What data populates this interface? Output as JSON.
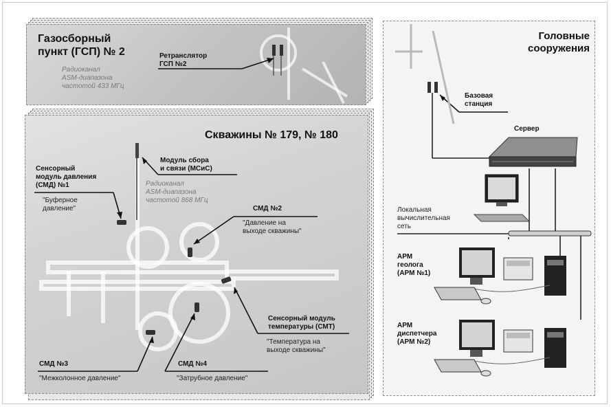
{
  "gsp": {
    "title": "Газосборный\nпункт (ГСП) № 2",
    "radio": "Радиоканал\nASM-диапазона\nчастотой 433 МГц",
    "repeater": "Ретранслятор\nГСП №2"
  },
  "wells": {
    "title": "Скважины № 179, № 180",
    "module": "Модуль сбора\nи связи (МСиС)",
    "radio": "Радиоканал\nASM-диапазона\nчастотой 868 МГц",
    "smd1_title": "Сенсорный\nмодуль давления\n(СМД) №1",
    "smd1_desc": "\"Буферное\nдавление\"",
    "smd2_title": "СМД №2",
    "smd2_desc": "\"Давление на\nвыходе скважины\"",
    "smt_title": "Сенсорный модуль\nтемпературы (СМТ)",
    "smt_desc": "\"Температура на\nвыходе скважины\"",
    "smd3_title": "СМД №3",
    "smd3_desc": "\"Межколонное давление\"",
    "smd4_title": "СМД №4",
    "smd4_desc": "\"Затрубное давление\""
  },
  "head": {
    "title": "Головные\nсооружения",
    "base_station": "Базовая\nстанция",
    "server": "Сервер",
    "lan": "Локальная\nвычислительная\nсеть",
    "arm1": "АРМ\nгеолога\n(АРМ №1)",
    "arm2": "АРМ\nдиспетчера\n(АРМ №2)"
  }
}
